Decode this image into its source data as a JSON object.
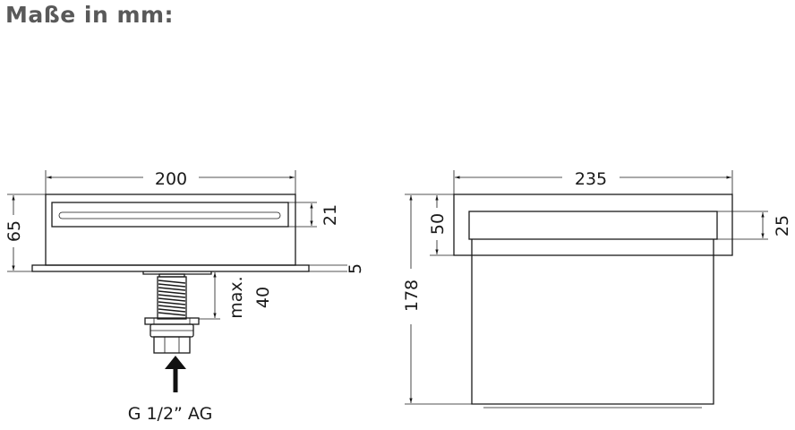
{
  "title": "Maße in mm:",
  "front_view": {
    "width": "200",
    "height": "65",
    "slot_height": "21",
    "plate_thickness": "5",
    "max_label": "max.",
    "max_value": "40",
    "thread": "G 1/2” AG"
  },
  "side_view": {
    "width": "235",
    "height": "178",
    "head_height": "50",
    "top_height": "25"
  }
}
